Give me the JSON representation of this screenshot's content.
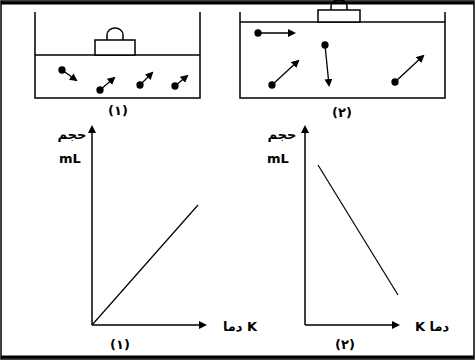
{
  "diagram": {
    "labels": [
      "(۱)",
      "(۲)",
      "حجم",
      "mL",
      "دما K",
      "(۱)",
      "حجم",
      "mL",
      "K دما",
      "(۲)"
    ]
  }
}
